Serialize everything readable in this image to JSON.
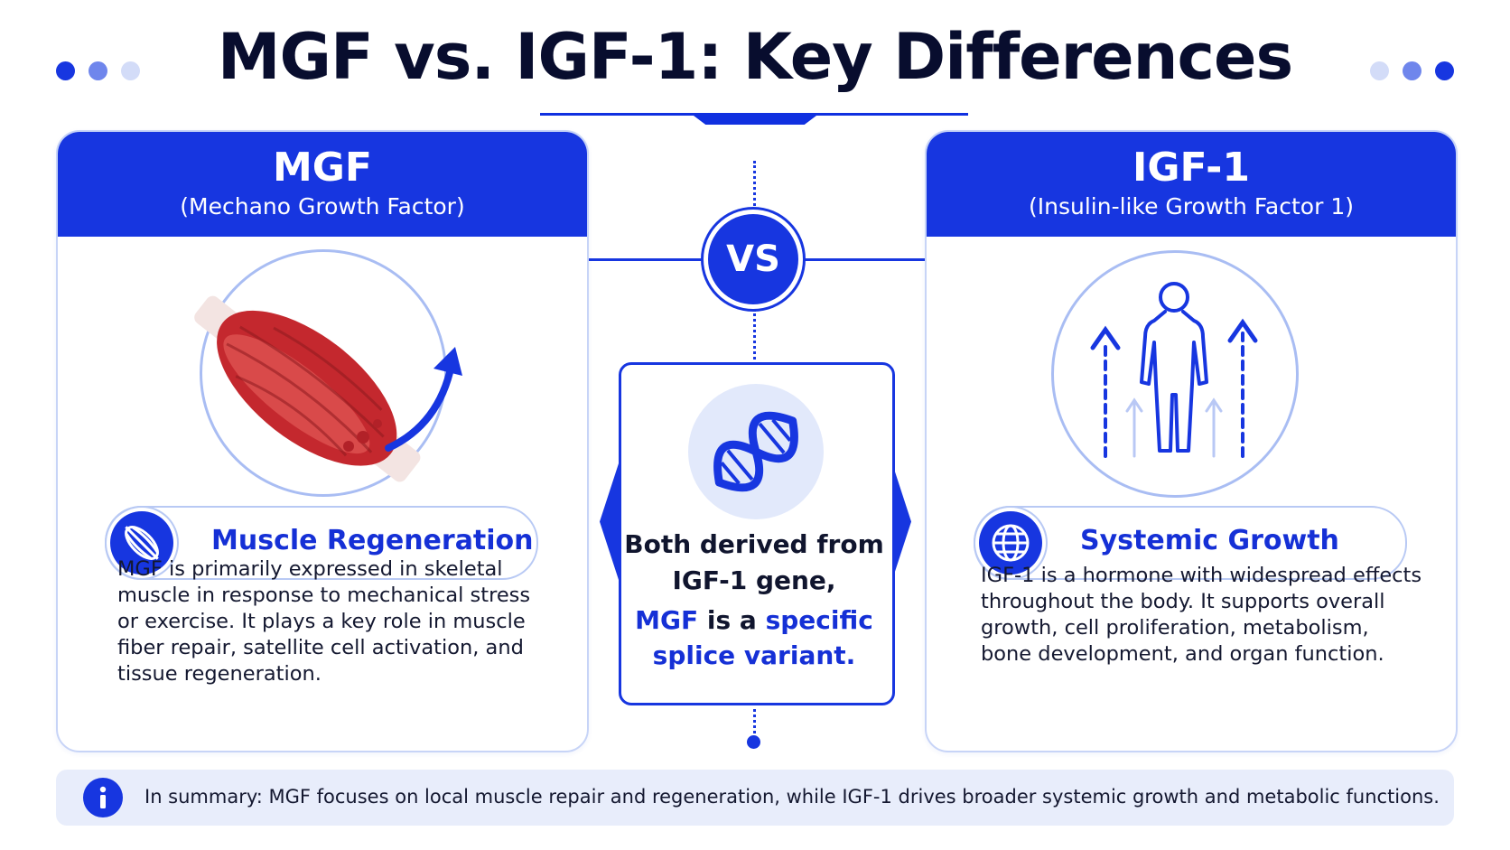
{
  "title": "MGF vs. IGF-1: Key Differences",
  "colors": {
    "primary": "#1736e0",
    "heading": "#080d2e",
    "panel_bg": "#e8edfb",
    "muscle": "#c4282e"
  },
  "left_card": {
    "name": "MGF",
    "subtitle": "(Mechano Growth Factor)",
    "icon": "muscle-icon",
    "feature_icon": "muscle-fiber-icon",
    "feature": "Muscle Regeneration",
    "lines": [
      "MGF is primarily expressed in skeletal",
      "muscle in response to mechanical stress",
      "or exercise. It plays a key role in muscle",
      "fiber repair, satellite cell activation, and",
      "tissue regeneration."
    ]
  },
  "right_card": {
    "name": "IGF-1",
    "subtitle": "(Insulin-like Growth Factor 1)",
    "icon": "human-body-icon",
    "feature_icon": "globe-icon",
    "feature": "Systemic Growth",
    "lines": [
      "IGF-1 is a hormone with widespread effects",
      "throughout the body. It supports overall",
      "growth, cell proliferation, metabolism,",
      "bone development, and organ function."
    ]
  },
  "center": {
    "vs": "VS",
    "icon": "dna-icon",
    "line1": "Both derived from",
    "line2": "IGF-1 gene,",
    "line3_a": "MGF",
    "line3_b": "is a",
    "line3_c": "specific",
    "line4": "splice variant."
  },
  "summary": {
    "icon": "info-icon",
    "text": "In summary: MGF focuses on local muscle repair and regeneration, while IGF-1 drives broader systemic growth and metabolic functions."
  }
}
